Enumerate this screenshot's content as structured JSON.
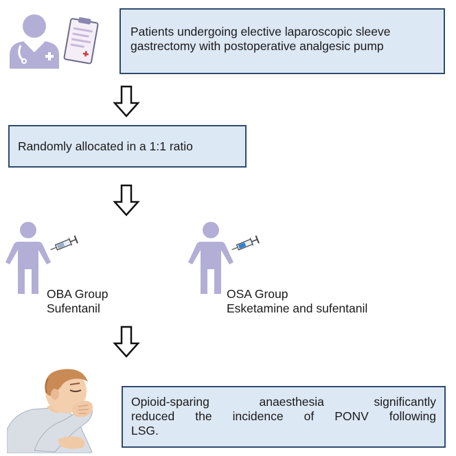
{
  "boxes": {
    "enrollment_line1": "Patients undergoing elective laparoscopic sleeve",
    "enrollment_line2": "gastrectomy with postoperative analgesic pump",
    "randomization": "Randomly allocated in a 1:1 ratio",
    "result_line1": "Opioid-sparing anaesthesia significantly",
    "result_line2": "reduced the incidence of PONV following",
    "result_line3": "LSG."
  },
  "groups": [
    {
      "name": "OBA Group",
      "drug": "Sufentanil"
    },
    {
      "name": "OSA Group",
      "drug": "Esketamine and sufentanil"
    }
  ],
  "icons": [
    "doctor-icon",
    "clipboard-icon",
    "arrow-down-icon",
    "patient-icon",
    "syringe-icon",
    "nauseous-patient-icon"
  ],
  "colors": {
    "box_fill": "#dde8f5",
    "box_border": "#2f4a6d",
    "figure": "#b3aed6"
  }
}
